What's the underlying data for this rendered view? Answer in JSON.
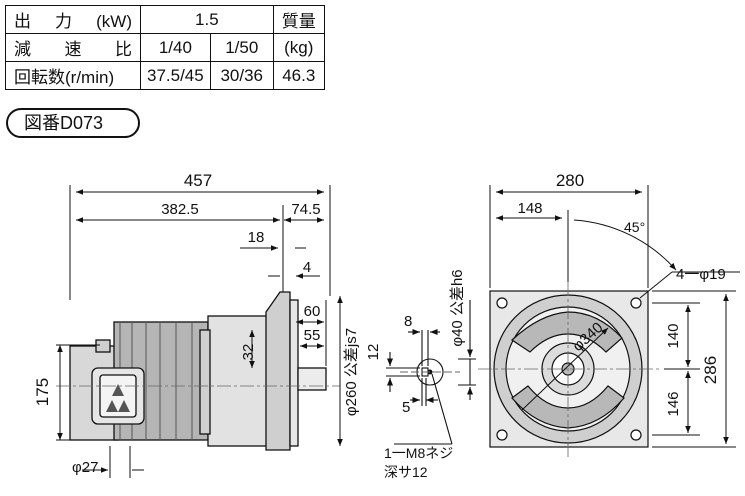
{
  "spec_table": {
    "row1": {
      "label": "出力(kW)",
      "value": "1.5",
      "mass_label": "質量"
    },
    "row2": {
      "label": "減 速 比",
      "ratio_a": "1/40",
      "ratio_b": "1/50",
      "mass_unit": "(kg)"
    },
    "row3": {
      "label": "回転数(r/min)",
      "speed_a": "37.5/45",
      "speed_b": "30/36",
      "mass_value": "46.3"
    }
  },
  "drawing_number": "図番D073",
  "side_view": {
    "overall_length": "457",
    "motor_part": "382.5",
    "gear_part": "74.5",
    "dim_18": "18",
    "dim_4": "4",
    "dim_60": "60",
    "dim_55": "55",
    "dim_32": "32",
    "height_175": "175",
    "flange_spigot": "φ260 公差js7",
    "dim_phi27": "φ27"
  },
  "shaft_detail": {
    "dim_8": "8",
    "dim_12": "12",
    "dim_5": "5",
    "shaft_dia": "φ40 公差h6",
    "tap_line1": "1一M8ネジ",
    "tap_line2": "深サ12"
  },
  "front_view": {
    "width_280": "280",
    "dim_148": "148",
    "angle": "45°",
    "holes": "4一φ19",
    "pcd": "φ340",
    "dim_140": "140",
    "dim_146": "146",
    "height_286": "286"
  }
}
